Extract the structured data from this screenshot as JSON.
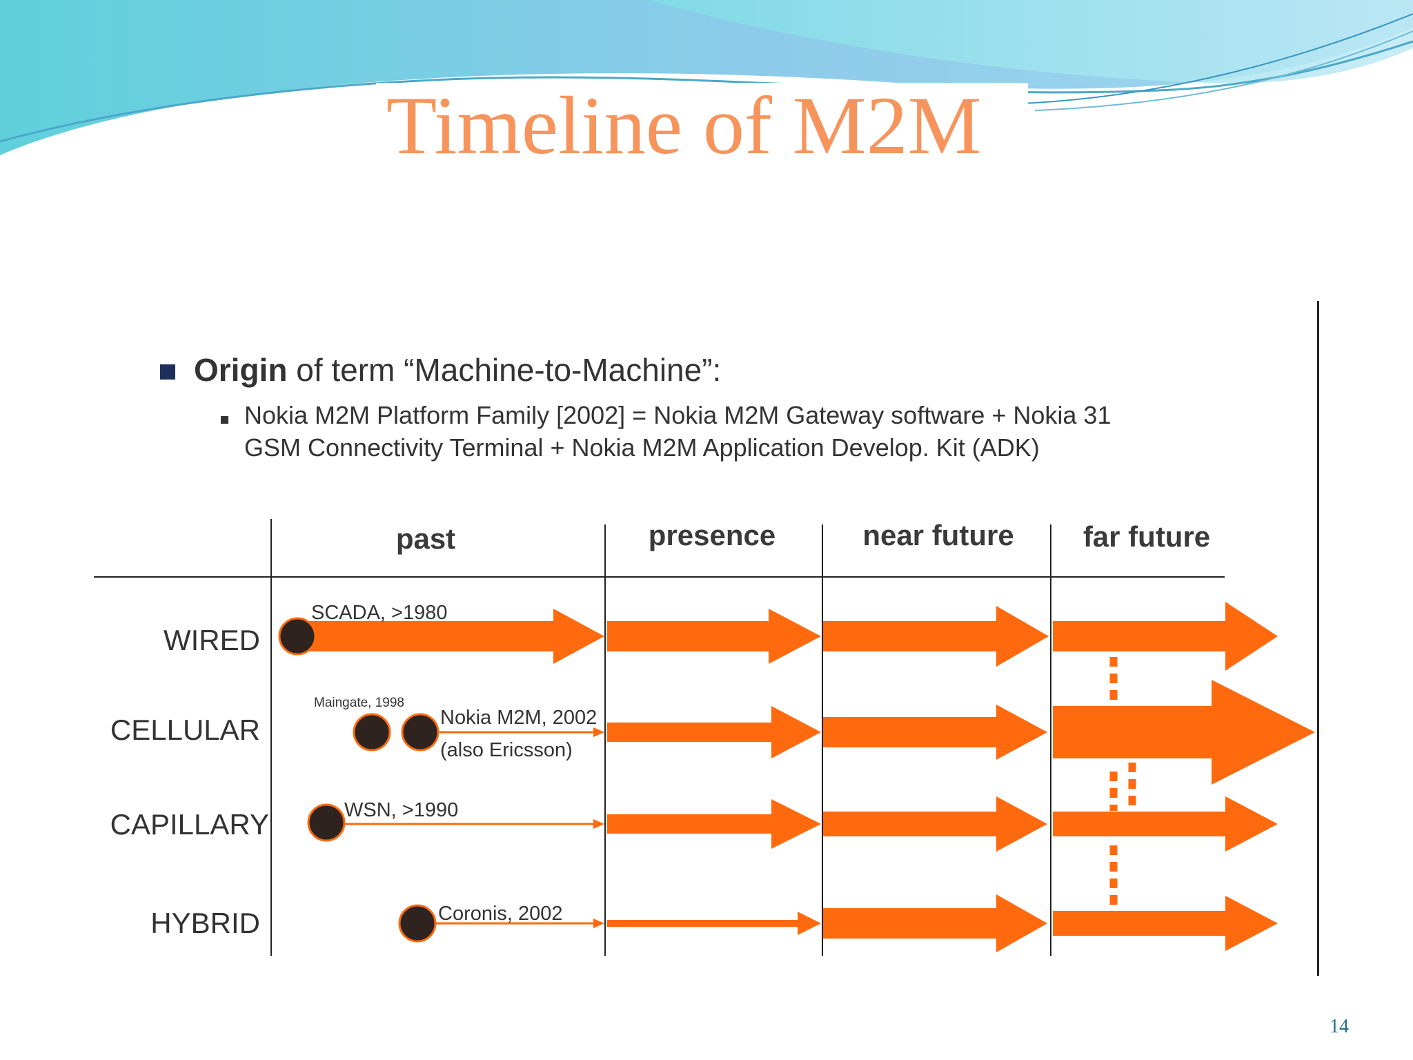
{
  "slide": {
    "title": "Timeline of M2M",
    "page_number": "14",
    "accent_color": "#f7945b"
  },
  "bullets": {
    "origin": {
      "bold": "Origin",
      "rest": " of term “Machine-to-Machine”:"
    },
    "detail_line1": "Nokia M2M Platform Family [2002] = Nokia M2M Gateway software + Nokia 31",
    "detail_line2": "GSM Connectivity Terminal + Nokia M2M Application Develop. Kit (ADK)"
  },
  "timeline": {
    "arrow_color": "#ff6a0e",
    "milestone_color": "#2f2320",
    "periods": [
      "past",
      "presence",
      "near future",
      "far future"
    ],
    "rows": [
      {
        "label": "WIRED",
        "milestones": [
          {
            "text": "SCADA, >1980"
          }
        ]
      },
      {
        "label": "CELLULAR",
        "milestones": [
          {
            "text": "Maingate, 1998"
          },
          {
            "text": "Nokia M2M, 2002"
          },
          {
            "text": "(also Ericsson)"
          }
        ]
      },
      {
        "label": "CAPILLARY",
        "milestones": [
          {
            "text": "WSN, >1990"
          }
        ]
      },
      {
        "label": "HYBRID",
        "milestones": [
          {
            "text": "Coronis, 2002"
          }
        ]
      }
    ]
  }
}
